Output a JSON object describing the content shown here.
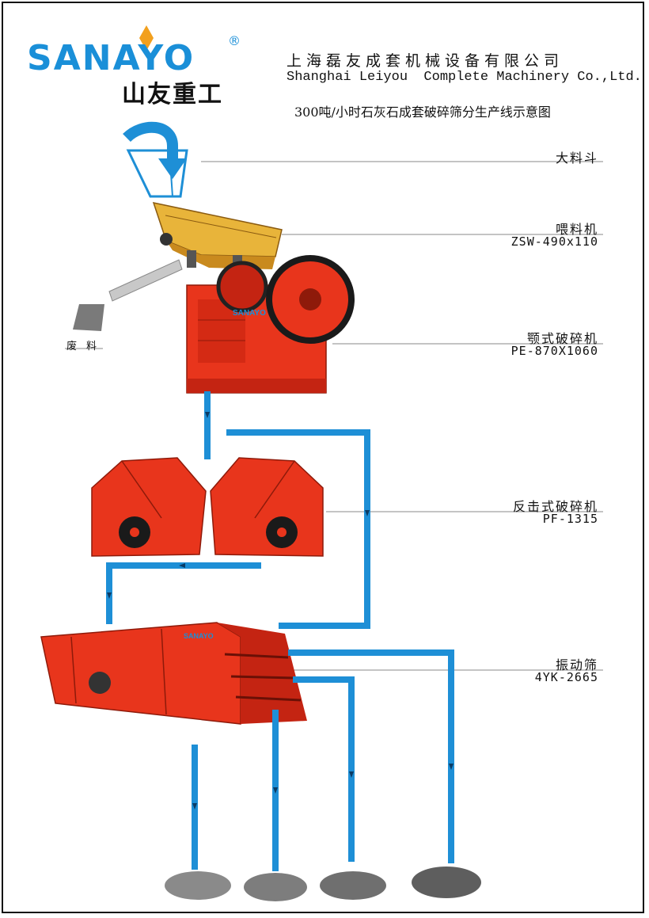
{
  "logo": {
    "brand": "SANAYO",
    "registered": "®",
    "cn": "山友重工"
  },
  "company": {
    "name_cn": "上海磊友成套机械设备有限公司",
    "name_en": "Shanghai Leiyou  Complete Machinery Co.,Ltd."
  },
  "subtitle": "300吨/小时石灰石成套破碎筛分生产线示意图",
  "equipment": [
    {
      "name": "大料斗",
      "model": ""
    },
    {
      "name": "喂料机",
      "model": "ZSW-490x110"
    },
    {
      "name": "颚式破碎机",
      "model": "PE-870X1060"
    },
    {
      "name": "反击式破碎机",
      "model": "PF-1315"
    },
    {
      "name": "振动筛",
      "model": "4YK-2665"
    }
  ],
  "machine_brand": "SANAYO",
  "waste_label": "废料",
  "colors": {
    "machine_red": "#e8351c",
    "feeder_yellow": "#e8b43a",
    "flow_blue": "#1e8fd6",
    "logo_blue": "#1a8fd8"
  }
}
